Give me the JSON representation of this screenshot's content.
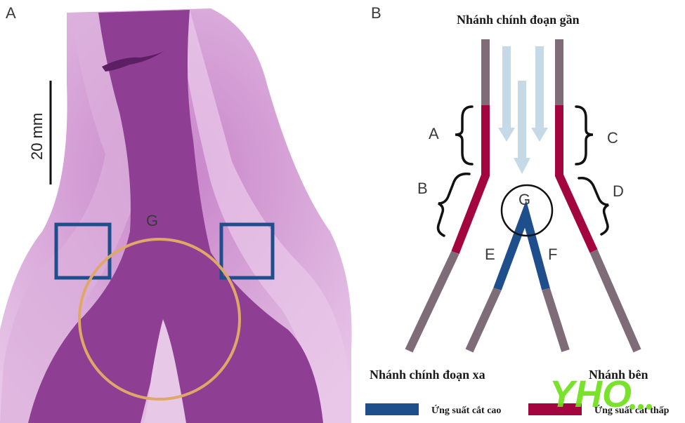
{
  "panel_a": {
    "letter": "A",
    "scale_label": "20 mm",
    "region_label": "G"
  },
  "panel_b": {
    "letter": "B",
    "title": "Nhánh chính đoạn gần",
    "labels": {
      "a": "A",
      "b": "B",
      "c": "C",
      "d": "D",
      "e": "E",
      "f": "F",
      "g": "G"
    },
    "bottom_left": "Nhánh chính đoạn xa",
    "bottom_right": "Nhánh bên"
  },
  "legend": {
    "high_label": "Ứng suất cắt cao",
    "low_label": "Ứng suất cắt thấp",
    "high_color": "#1f4e8c",
    "low_color": "#a3063e"
  },
  "colors": {
    "wall_gray": "#7e6d78",
    "flow_arrow": "#c5d9e6",
    "tissue_purple": "#9b4a9f",
    "lumen_purple": "#8e3f93",
    "marker_box": "#1f4e8c",
    "focus_circle": "#e0a866"
  },
  "watermark": {
    "text": "YHO"
  }
}
